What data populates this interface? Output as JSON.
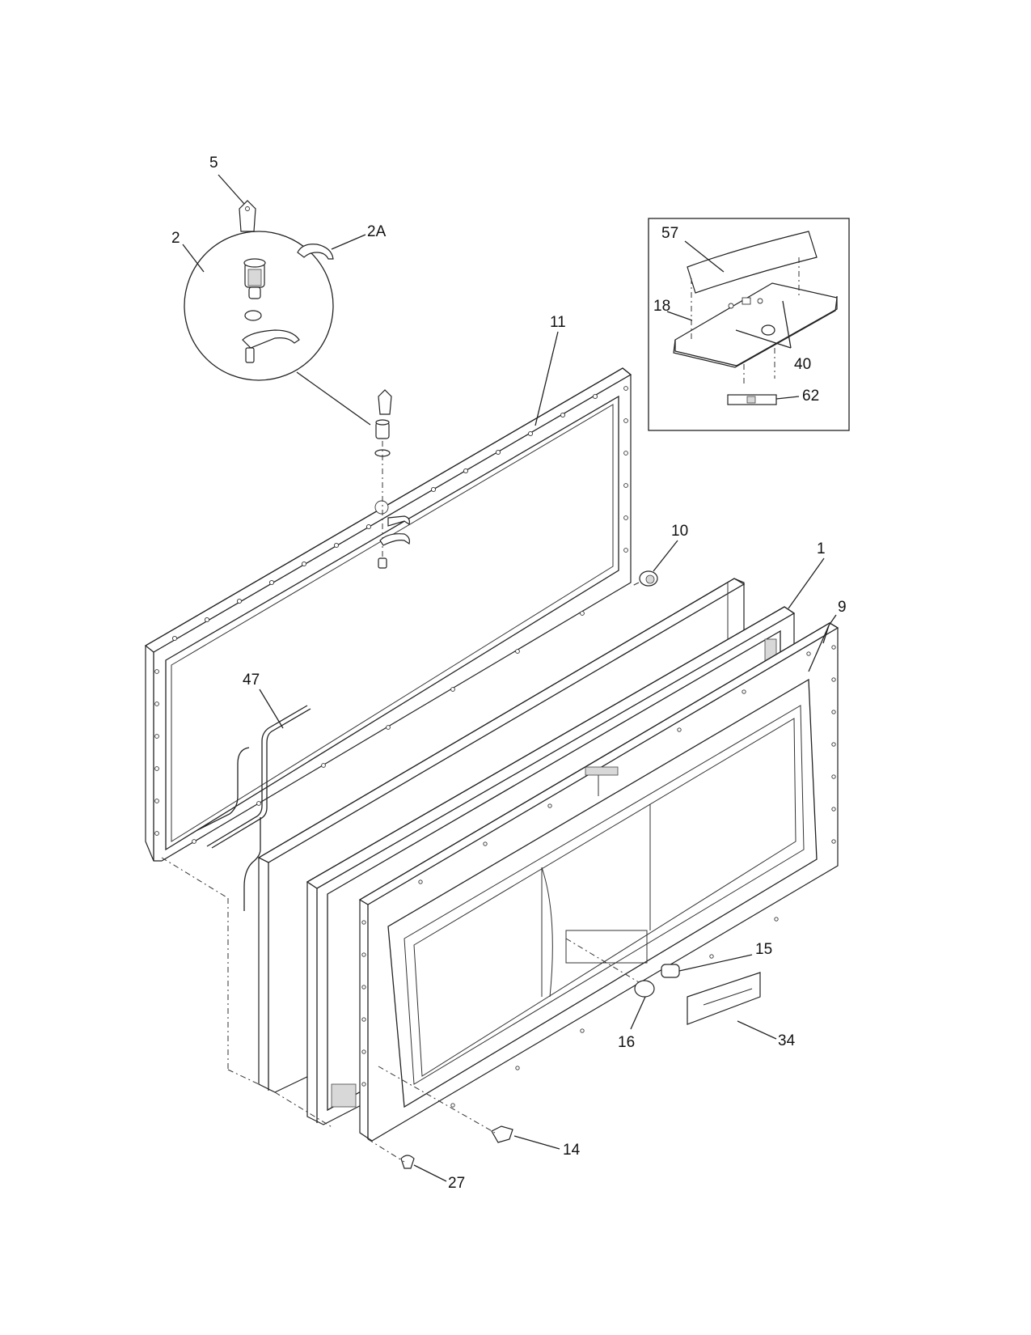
{
  "diagram": {
    "callouts": [
      "5",
      "2A",
      "2",
      "11",
      "57",
      "18",
      "40",
      "62",
      "10",
      "1",
      "9",
      "47",
      "15",
      "16",
      "34",
      "14",
      "27"
    ]
  }
}
